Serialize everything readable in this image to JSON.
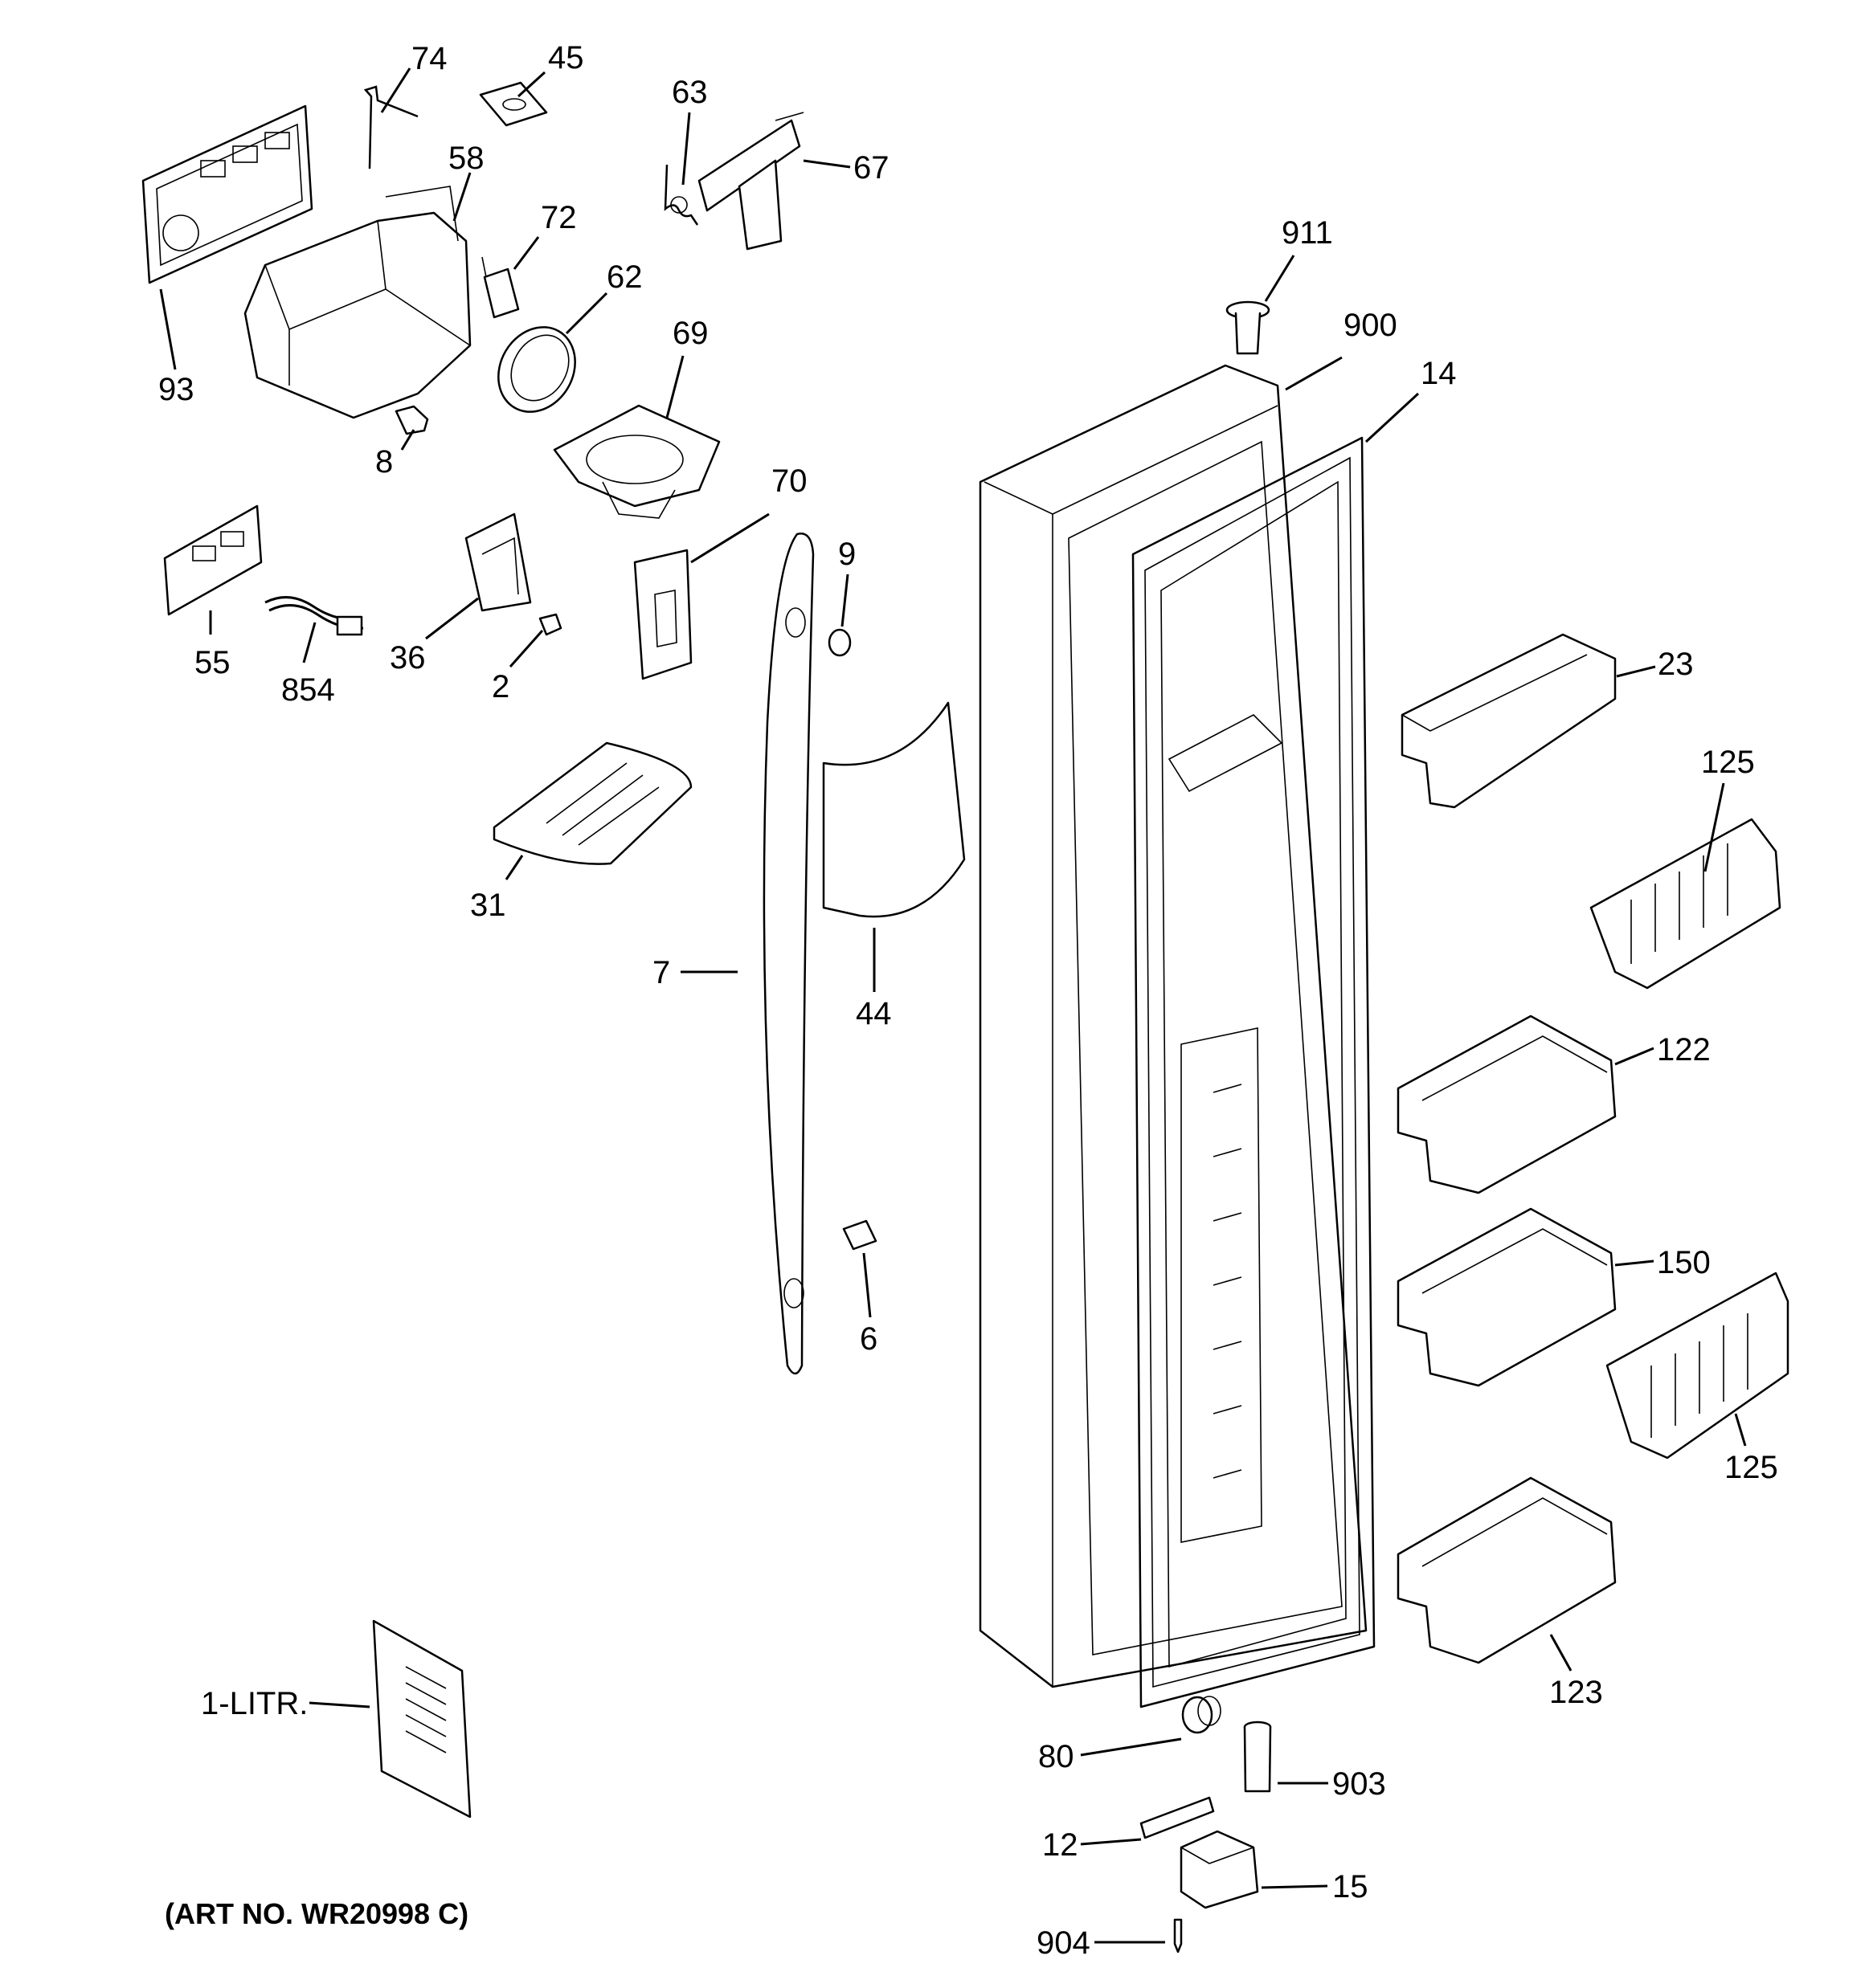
{
  "diagram": {
    "art_number": "(ART NO. WR20998 C)",
    "callouts": {
      "p74": "74",
      "p45": "45",
      "p63": "63",
      "p67": "67",
      "p58": "58",
      "p72": "72",
      "p62": "62",
      "p93": "93",
      "p69": "69",
      "p8": "8",
      "p911": "911",
      "p900": "900",
      "p14": "14",
      "p70": "70",
      "p9": "9",
      "p55": "55",
      "p854": "854",
      "p36": "36",
      "p2": "2",
      "p23": "23",
      "p125a": "125",
      "p31": "31",
      "p7": "7",
      "p44": "44",
      "p122": "122",
      "p150": "150",
      "p6": "6",
      "p125b": "125",
      "p123": "123",
      "p1litr": "1-LITR.",
      "p80": "80",
      "p903": "903",
      "p12": "12",
      "p15": "15",
      "p904": "904"
    }
  }
}
